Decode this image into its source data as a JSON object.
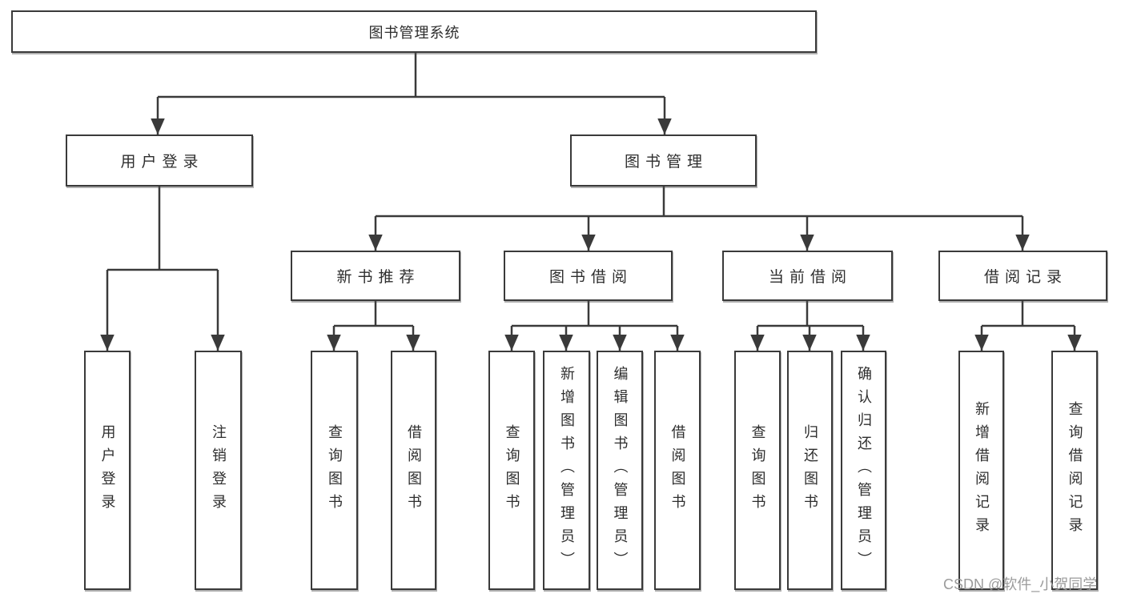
{
  "diagram": {
    "root": {
      "label": "图书管理系统",
      "children": [
        {
          "label": "用户登录",
          "children": [
            {
              "label": "用户登录"
            },
            {
              "label": "注销登录"
            }
          ]
        },
        {
          "label": "图书管理",
          "children": [
            {
              "label": "新书推荐",
              "children": [
                {
                  "label": "查询图书"
                },
                {
                  "label": "借阅图书"
                }
              ]
            },
            {
              "label": "图书借阅",
              "children": [
                {
                  "label": "查询图书"
                },
                {
                  "label": "新增图书（管理员）"
                },
                {
                  "label": "编辑图书（管理员）"
                },
                {
                  "label": "借阅图书"
                }
              ]
            },
            {
              "label": "当前借阅",
              "children": [
                {
                  "label": "查询图书"
                },
                {
                  "label": "归还图书"
                },
                {
                  "label": "确认归还（管理员）"
                }
              ]
            },
            {
              "label": "借阅记录",
              "children": [
                {
                  "label": "新增借阅记录"
                },
                {
                  "label": "查询借阅记录"
                }
              ]
            }
          ]
        }
      ]
    },
    "line_color": "#3a3a3a"
  },
  "watermark": {
    "text": "CSDN @软件_小贺同学"
  }
}
